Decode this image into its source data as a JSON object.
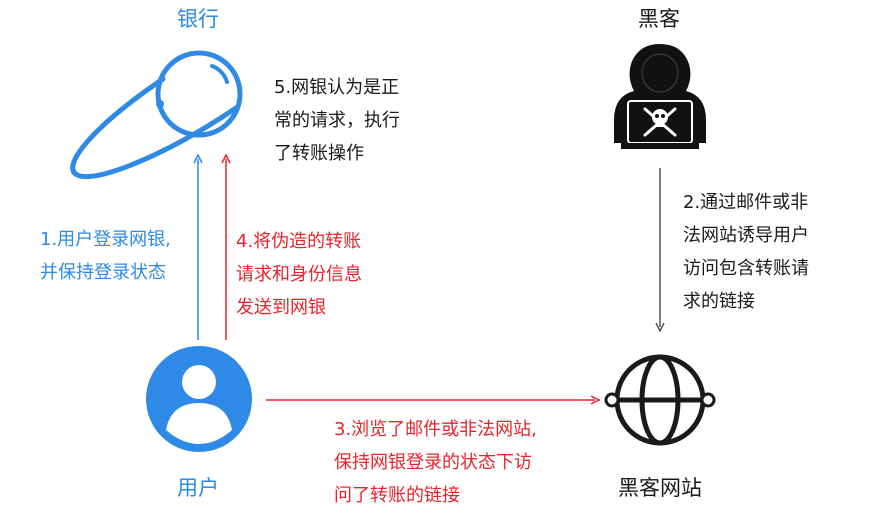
{
  "nodes": {
    "bank": "银行",
    "hacker": "黑客",
    "user": "用户",
    "hacker_site": "黑客网站"
  },
  "steps": {
    "step1": [
      "1.用户登录网银,",
      "并保持登录状态"
    ],
    "step2": [
      "2.通过邮件或非",
      "法网站诱导用户",
      "访问包含转账请",
      "求的链接"
    ],
    "step3": [
      "3.浏览了邮件或非法网站,",
      "保持网银登录的状态下访",
      "问了转账的链接"
    ],
    "step4": [
      "4.将伪造的转账",
      "请求和身份信息",
      "发送到网银"
    ],
    "step5": [
      "5.网银认为是正",
      "常的请求，执行",
      "了转账操作"
    ]
  },
  "colors": {
    "blue": "#2e8ae6",
    "red": "#e8242b",
    "dark": "#1a1a1a",
    "gray": "#555555"
  },
  "icons": {
    "bank": "planet-icon",
    "hacker": "hacker-skull-icon",
    "user": "user-avatar-icon",
    "hacker_site": "globe-icon"
  }
}
